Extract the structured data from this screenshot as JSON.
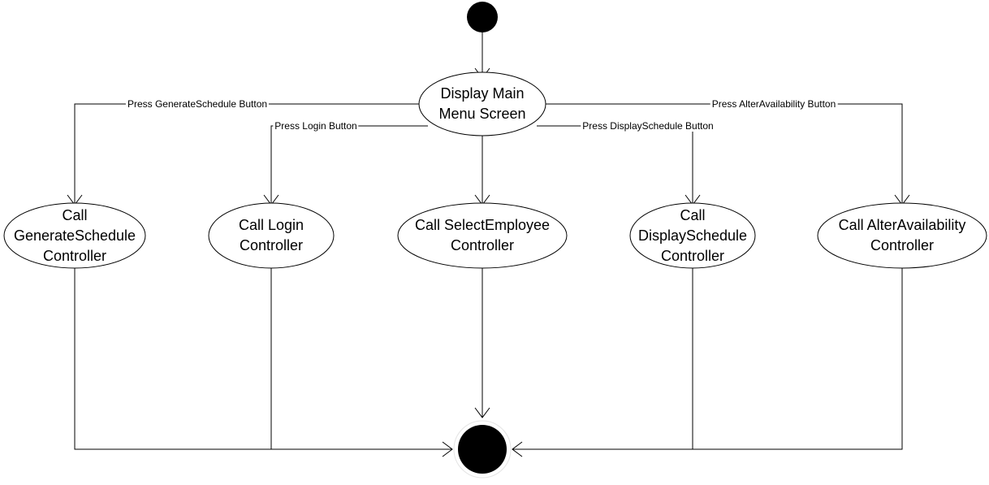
{
  "states": {
    "main_menu": "Display Main\nMenu Screen",
    "generate_schedule": "Call\nGenerateSchedule\nController",
    "login": "Call Login\nController",
    "select_employee": "Call SelectEmployee\nController",
    "display_schedule": "Call\nDisplaySchedule\nController",
    "alter_availability": "Call AlterAvailability\nController"
  },
  "transitions": {
    "generate_schedule": "Press GenerateSchedule Button",
    "login": "Press Login Button",
    "display_schedule": "Press DisplaySchedule Button",
    "alter_availability": "Press AlterAvailability Button"
  }
}
